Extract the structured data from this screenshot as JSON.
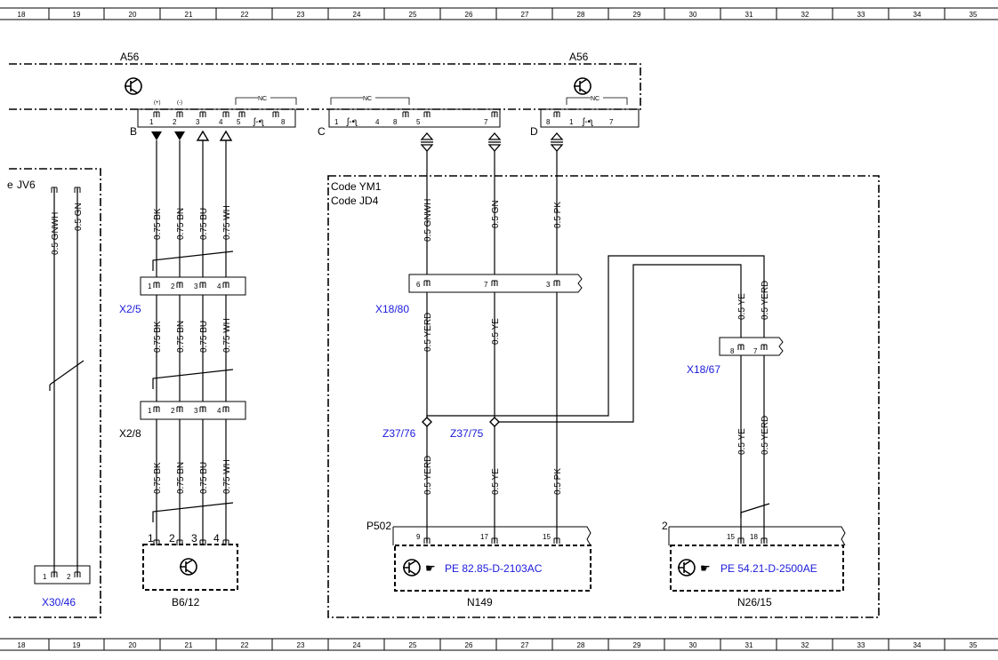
{
  "grid_numbers": [
    "18",
    "19",
    "20",
    "21",
    "22",
    "23",
    "24",
    "25",
    "26",
    "27",
    "28",
    "29",
    "30",
    "31",
    "32",
    "33",
    "34",
    "35"
  ],
  "components": {
    "a56_left": "A56",
    "a56_right": "A56",
    "jv6": "JV6",
    "b6_12": "B6/12",
    "x30_46": "X30/46",
    "n149": "N149",
    "n26_15": "N26/15",
    "p502": "P502",
    "conn_2": "2"
  },
  "codes": {
    "ym1": "Code YM1",
    "jd4": "Code JD4"
  },
  "connectors": {
    "b": "B",
    "c": "C",
    "d": "D",
    "x2_5": "X2/5",
    "x2_8": "X2/8",
    "x18_80": "X18/80",
    "x18_67": "X18/67",
    "z37_76": "Z37/76",
    "z37_75": "Z37/75"
  },
  "refs": {
    "n149": "PE 82.85-D-2103AC",
    "n26_15": "PE 54.21-D-2500AE"
  },
  "nc": "NC",
  "pins": {
    "b": [
      "1",
      "2",
      "3",
      "4",
      "5",
      "8"
    ],
    "b_marks": [
      "(+)",
      "(-)"
    ],
    "c": [
      "1",
      "4",
      "8",
      "5",
      "7"
    ],
    "d": [
      "8",
      "1",
      "7"
    ],
    "x2": [
      "1",
      "2",
      "3",
      "4"
    ],
    "b612": [
      "1",
      "2",
      "3",
      "4"
    ],
    "x30": [
      "1",
      "2"
    ],
    "x18_80": [
      "6",
      "7",
      "3"
    ],
    "x18_67": [
      "8",
      "7"
    ],
    "n149": [
      "9",
      "17",
      "15"
    ],
    "n26": [
      "15",
      "18"
    ]
  },
  "wires": {
    "gnwh": "0.5 GNWH",
    "gn": "0.5 GN",
    "bk": "0.75 BK",
    "bn": "0.75 BN",
    "bu": "0.75 BU",
    "wh": "0.75 WH",
    "pk": "0.5 PK",
    "yerd": "0.5 YERD",
    "ye": "0.5 YE"
  }
}
